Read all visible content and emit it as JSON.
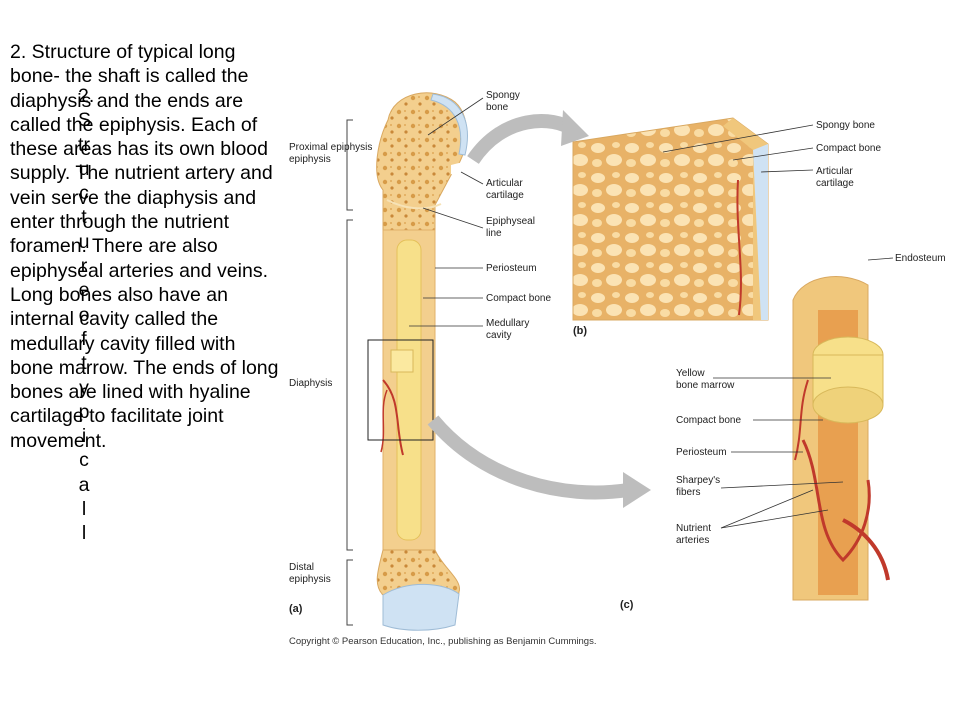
{
  "slide": {
    "body_text": "2. Structure of typical long bone- the shaft is called the diaphysis and the ends are called the epiphysis. Each of these areas has its own blood supply. The nutrient artery and vein serve the diaphysis and enter through the nutrient foramen. There are also epiphyseal arteries and veins. Long bones also have an internal cavity called the medullary cavity filled with bone marrow. The ends of long bones are lined with hyaline cartilage to facilitate joint movement.",
    "vertical_text": "2.Structure of typical l"
  },
  "figure": {
    "panel_a": {
      "region_labels": {
        "proximal": "Proximal\nepiphysis",
        "diaphysis": "Diaphysis",
        "distal": "Distal\nepiphysis"
      },
      "labels": {
        "spongy": "Spongy\nbone",
        "articular": "Articular\ncartilage",
        "epiphyseal": "Epiphyseal\nline",
        "periosteum": "Periosteum",
        "compact": "Compact bone",
        "medullary": "Medullary\ncavity"
      },
      "tag": "(a)"
    },
    "panel_b": {
      "labels": {
        "spongy": "Spongy bone",
        "compact": "Compact bone",
        "articular": "Articular\ncartilage"
      },
      "tag": "(b)"
    },
    "panel_c": {
      "labels": {
        "endosteum": "Endosteum",
        "yellow": "Yellow\nbone marrow",
        "compact": "Compact bone",
        "periosteum": "Periosteum",
        "sharpey": "Sharpey's\nfibers",
        "nutrient": "Nutrient\narteries"
      },
      "tag": "(c)"
    },
    "copyright": "Copyright © Pearson Education, Inc., publishing as Benjamin Cummings."
  },
  "colors": {
    "bone": "#f3cf8e",
    "bone_dark": "#e2b26a",
    "cartilage": "#cfe2f3",
    "artery": "#c0392b",
    "marrow": "#f7e08a",
    "arrow": "#bdbdbd"
  }
}
